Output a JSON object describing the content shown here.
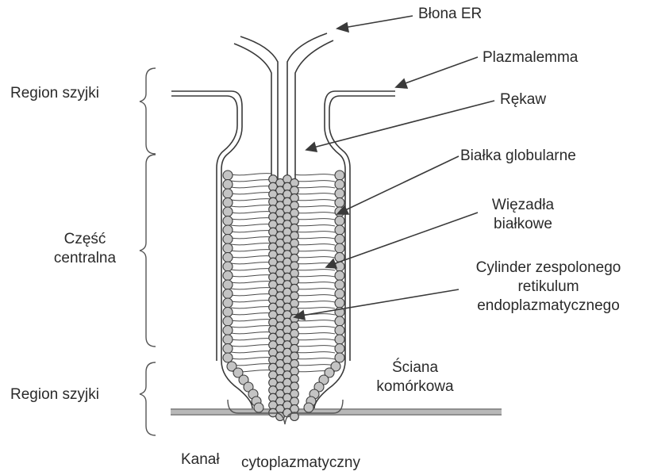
{
  "labels": {
    "er_membrane": "Błona ER",
    "plasmalemma": "Plazmalemma",
    "sleeve": "Rękaw",
    "globular_proteins": "Białka globularne",
    "spoke_proteins_1": "Więzadła",
    "spoke_proteins_2": "białkowe",
    "desmotubule_1": "Cylinder zespolonego",
    "desmotubule_2": "retikulum",
    "desmotubule_3": "endoplazmatycznego",
    "cell_wall_1": "Ściana",
    "cell_wall_2": "komórkowa",
    "neck_region_top": "Region szyjki",
    "central_part_1": "Część",
    "central_part_2": "centralna",
    "neck_region_bottom": "Region szyjki",
    "channel_1": "Kanał",
    "channel_2": "cytoplazmatyczny"
  },
  "colors": {
    "line": "#3a3a3a",
    "bead_fill": "#c4c4c4",
    "wall": "#9a9a9a",
    "text": "#2a2a2a"
  }
}
